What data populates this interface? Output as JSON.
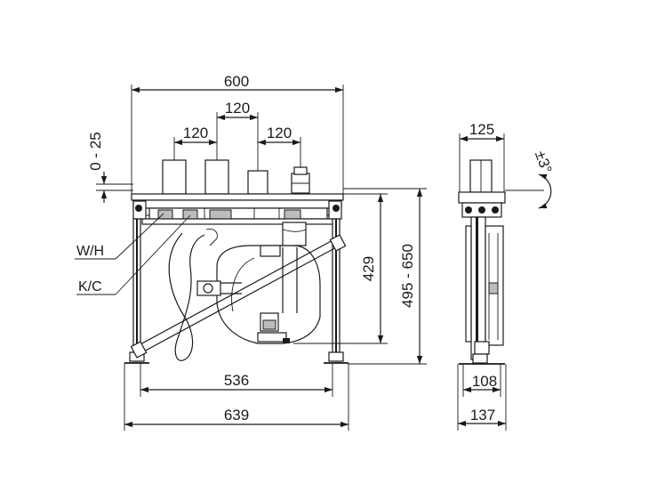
{
  "front_view": {
    "dimensions": {
      "overall_width_top": "600",
      "spacing_a": "120",
      "spacing_b": "120",
      "spacing_c": "120",
      "height_adjust": "0 - 25",
      "frame_height": "429",
      "total_height": "495 - 650",
      "foot_spacing": "536",
      "overall_width_bottom": "639"
    },
    "labels": {
      "hot_water": "W/H",
      "cold_water": "K/C"
    }
  },
  "side_view": {
    "dimensions": {
      "top_depth": "125",
      "tilt_angle": "±3°",
      "foot_depth_inner": "108",
      "foot_depth_outer": "137"
    }
  }
}
